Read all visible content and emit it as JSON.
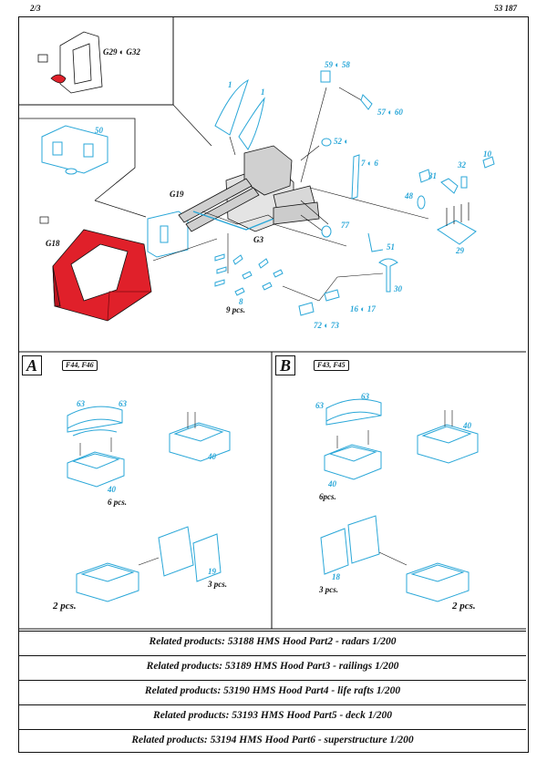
{
  "header": {
    "page": "2/3",
    "product_code": "53 187"
  },
  "top": {
    "inset_label": "G29 ◐ G32",
    "labels": {
      "p59_58": "59 ◐ 58",
      "p57_60": "57 ◐ 60",
      "p1a": "1",
      "p1b": "1",
      "p50": "50",
      "p52": "52 ◐",
      "p7_6": "7 ◐ 6",
      "p10": "10",
      "p32": "32",
      "p31": "31",
      "p48": "48",
      "g19": "G19",
      "g3": "G3",
      "g18": "G18",
      "p77": "77",
      "p51": "51",
      "p29": "29",
      "p30": "30",
      "p8": "8",
      "p8_count": "9 pcs.",
      "p16_17": "16 ◐ 17",
      "p72_73": "72 ◐ 73"
    }
  },
  "section_a": {
    "letter": "A",
    "ref": "F44, F46",
    "labels": {
      "p63a": "63",
      "p63b": "63",
      "p40": "40",
      "p40b": "40",
      "count6": "6 pcs.",
      "p19": "19",
      "count3": "3 pcs.",
      "count2": "2 pcs."
    }
  },
  "section_b": {
    "letter": "B",
    "ref": "F43, F45",
    "labels": {
      "p63a": "63",
      "p63b": "63",
      "p40": "40",
      "p40b": "40",
      "count6": "6pcs.",
      "p18": "18",
      "count3": "3 pcs.",
      "count2": "2 pcs."
    }
  },
  "related_products": [
    "Related products: 53188 HMS Hood Part2 - radars  1/200",
    "Related products: 53189 HMS Hood Part3 - railings  1/200",
    "Related products: 53190 HMS Hood Part4 - life rafts 1/200",
    "Related products: 53193 HMS Hood Part5 - deck 1/200",
    "Related products: 53194 HMS Hood Part6 - superstructure 1/200"
  ],
  "colors": {
    "cyan": "#2aa7d8",
    "red": "#e0202a",
    "line": "#111111"
  }
}
